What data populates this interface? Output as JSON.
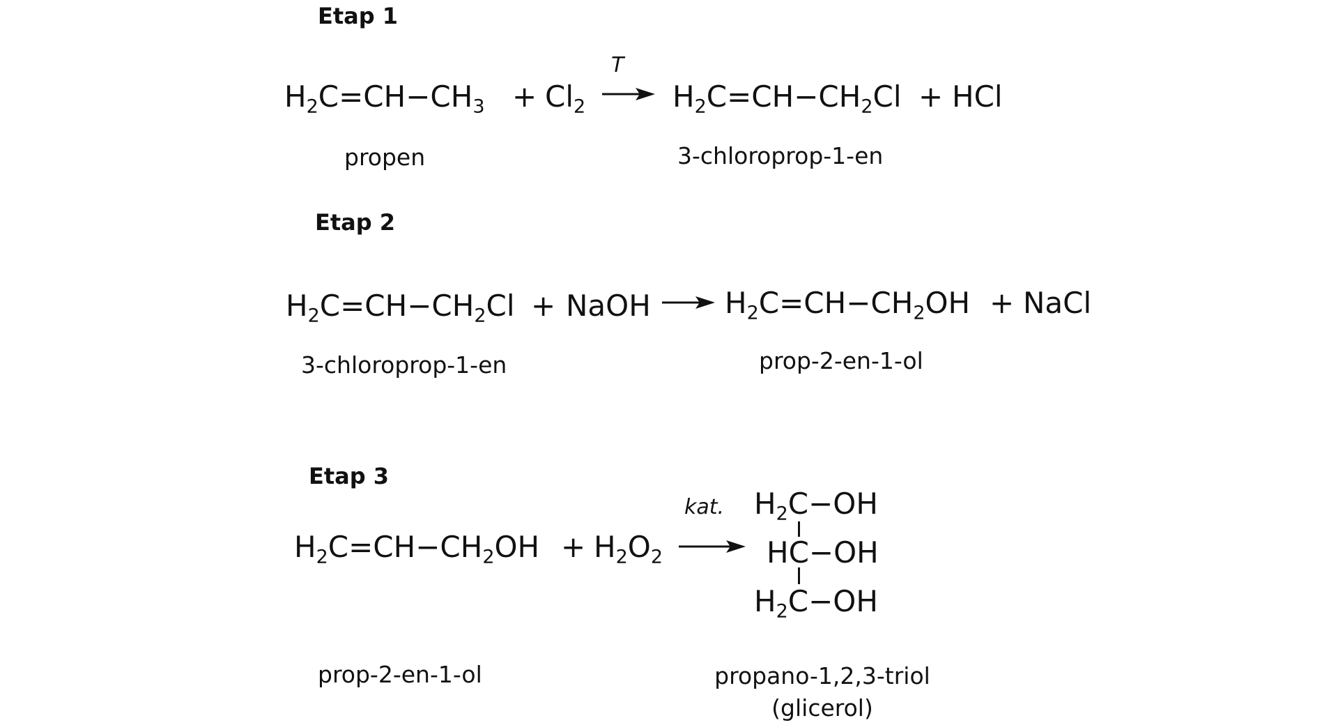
{
  "stages": [
    {
      "title": "Etap 1",
      "reactant1": {
        "main": "H",
        "sub1": "2",
        "mid": "C=CH−CH",
        "sub2": "3"
      },
      "plus1": "+",
      "reactant2": {
        "main": "Cl",
        "sub1": "2"
      },
      "condition": "T",
      "product1": {
        "main": "H",
        "sub1": "2",
        "mid": "C=CH−CH",
        "sub2": "2",
        "end": "Cl"
      },
      "plus2": "+",
      "product2": "HCl",
      "reactant_name": "propen",
      "product_name": "3-chloroprop-1-en"
    },
    {
      "title": "Etap 2",
      "reactant1": {
        "main": "H",
        "sub1": "2",
        "mid": "C=CH−CH",
        "sub2": "2",
        "end": "Cl"
      },
      "plus1": "+",
      "reactant2": "NaOH",
      "product1": {
        "main": "H",
        "sub1": "2",
        "mid": "C=CH−CH",
        "sub2": "2",
        "end": "OH"
      },
      "plus2": "+",
      "product2": "NaCl",
      "reactant_name": "3-chloroprop-1-en",
      "product_name": "prop-2-en-1-ol"
    },
    {
      "title": "Etap 3",
      "reactant1": {
        "main": "H",
        "sub1": "2",
        "mid": "C=CH−CH",
        "sub2": "2",
        "end": "OH"
      },
      "plus1": "+",
      "reactant2": {
        "main": "H",
        "sub1": "2",
        "mid": "O",
        "sub2": "2"
      },
      "condition": "kat.",
      "product_rows": [
        {
          "main": "H",
          "sub": "2",
          "end": "C−OH"
        },
        {
          "main": "HC−OH"
        },
        {
          "main": "H",
          "sub": "2",
          "end": "C−OH"
        }
      ],
      "reactant_name": "prop-2-en-1-ol",
      "product_name_line1": "propano-1,2,3-triol",
      "product_name_line2": "(glicerol)"
    }
  ]
}
